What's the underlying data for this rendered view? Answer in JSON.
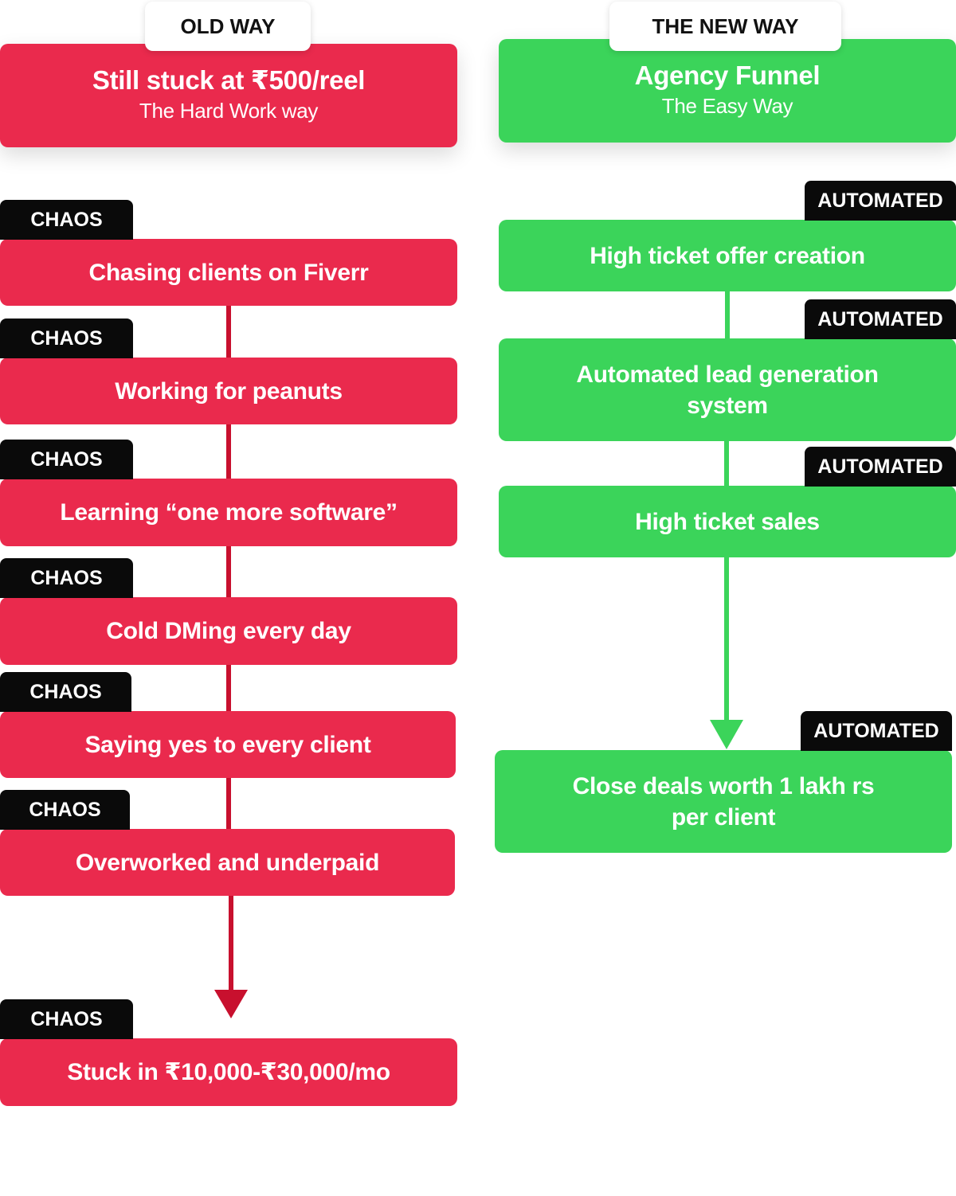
{
  "old_way": {
    "tab": "OLD WAY",
    "header": {
      "title": "Still stuck at ₹500/reel",
      "subtitle": "The Hard Work way"
    },
    "tag_label": "CHAOS",
    "steps": [
      "Chasing clients on Fiverr",
      "Working for peanuts",
      "Learning “one more software”",
      "Cold DMing every day",
      "Saying yes to every client",
      "Overworked and underpaid",
      "Stuck in ₹10,000-₹30,000/mo"
    ]
  },
  "new_way": {
    "tab": "THE NEW WAY",
    "header": {
      "title": "Agency Funnel",
      "subtitle": "The Easy Way"
    },
    "tag_label": "AUTOMATED",
    "steps": [
      "High ticket offer creation",
      "Automated lead generation system",
      "High ticket sales",
      "Close deals worth 1 lakh rs per client"
    ]
  },
  "colors": {
    "old_box": "#ea2a4d",
    "old_connector": "#c8102e",
    "new_box": "#3bd45a",
    "tag_bg": "#0a0a0a"
  }
}
